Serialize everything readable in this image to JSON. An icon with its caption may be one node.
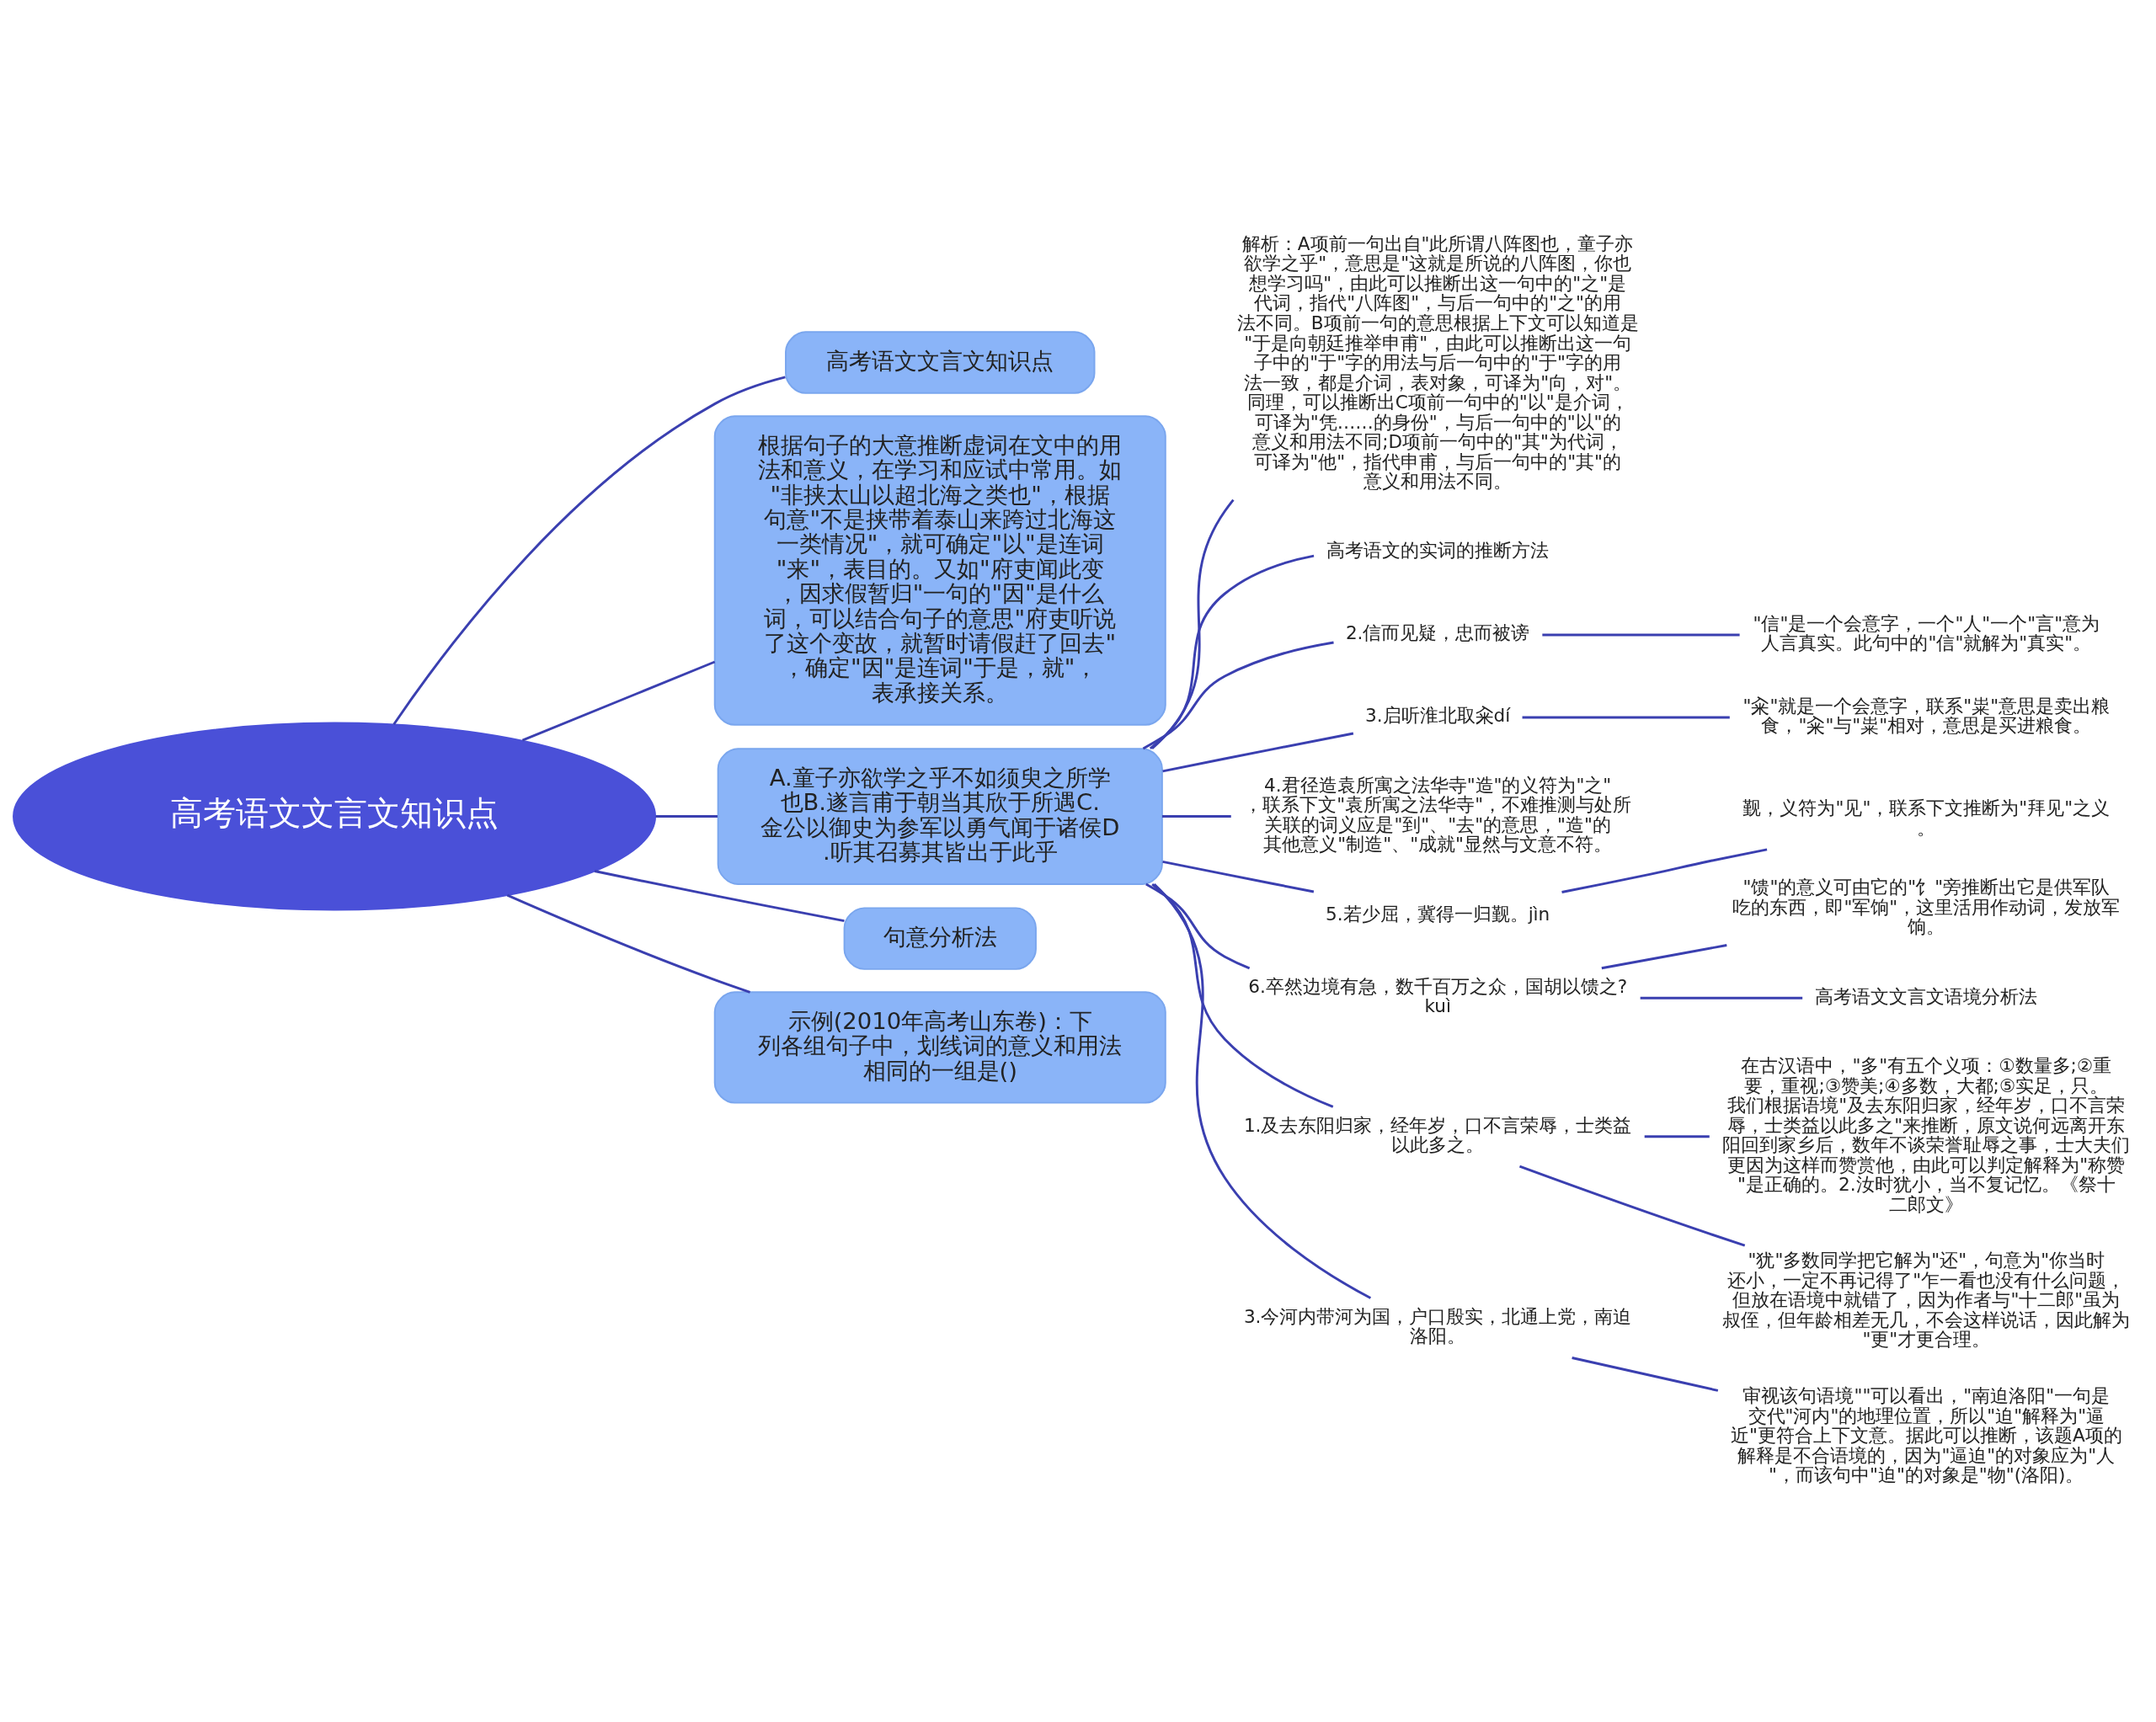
{
  "diagram": {
    "nodes": [
      {
        "text": [
          "高考语文文言文知识点"
        ]
      },
      {
        "text": [
          "高考语文文言文知识点"
        ]
      },
      {
        "text": [
          "根据句子的大意推断虚词在文中的用法和意义，在学习和应试中常用。如\"非挟太山以超北海之类也\"，根据句意\"不是挟带着泰山来跨过北海这一类情况\"，就可确定\"以\"是连词\"来\"，表目的。又如\"府吏闻此变，因求假暂归\"一句的\"因\"是什么词，可以结合句子的意思\"府吏听说了这个变故，就暂时请假赶了回去\"，确定\"因\"是连词\"于是，就\"，表承接关系。"
        ]
      },
      {
        "text": [
          "A.童子亦欲学之乎不如须臾之所学也B.遂言甫于朝当其欣于所遇C.金公以御史为参军以勇气闻于诸侯D.听其召募其皆出于此乎"
        ]
      },
      {
        "text": [
          "句意分析法"
        ]
      },
      {
        "text": [
          "示例(2010年高考山东卷)：下列各组句子中，划线词的意义和用法相同的一组是()"
        ]
      },
      {
        "text": [
          "解析：A项前一句出自\"此所谓八阵图也，童子亦欲学之乎\"，意思是\"这就是所说的八阵图，你也想学习吗\"，由此可以推断出这一句中的\"之\"是代词，指代\"八阵图\"，与后一句中的\"之\"的用法不同。B项前一句的意思根据上下文可以知道是\"于是向朝廷推举申甫\"，由此可以推断出这一句子中的\"于\"字的用法与后一句中的\"于\"字的用法一致，都是介词，表对象，可译为\"向，对\"。同理，可以推断出C项前一句中的\"以\"是介词，可译为\"凭……的身份\"，与后一句中的\"以\"的意义和用法不同;D项前一句中的\"其\"为代词，可译为\"他\"，指代申甫，与后一句中的\"其\"的意义和用法不同。"
        ]
      },
      {
        "text": [
          "高考语文的实词的推断方法"
        ]
      },
      {
        "text": [
          "2.信而见疑，忠而被谤"
        ]
      },
      {
        "text": [
          "\"信\"是一个会意字，一个\"人\"一个\"言\"意为人言真实。此句中的\"信\"就解为\"真实\"。"
        ]
      },
      {
        "text": [
          "3.启听淮北取籴dí"
        ]
      },
      {
        "text": [
          "\"籴\"就是一个会意字，联系\"粜\"意思是卖出粮食，\"籴\"与\"粜\"相对，意思是买进粮食。"
        ]
      },
      {
        "text": [
          "4.君径造袁所寓之法华寺\"造\"的义符为\"之\"，联系下文\"袁所寓之法华寺\"，不难推测与处所关联的词义应是\"到\"、\"去\"的意思，\"造\"的其他意义\"制造\"、\"成就\"显然与文意不符。"
        ]
      },
      {
        "text": [
          "5.若少屈，冀得一归觐。jìn"
        ]
      },
      {
        "text": [
          "觐，义符为\"见\"，联系下文推断为\"拜见\"之义。"
        ]
      },
      {
        "text": [
          "6.卒然边境有急，数千百万之众，国胡以馈之?kuì"
        ]
      },
      {
        "text": [
          "\"馈\"的意义可由它的\"饣\"旁推断出它是供军队吃的东西，即\"军饷\"，这里活用作动词，发放军饷。"
        ]
      },
      {
        "text": [
          "高考语文文言文语境分析法"
        ]
      },
      {
        "text": [
          "1.及去东阳归家，经年岁，口不言荣辱，士类益以此多之。"
        ]
      },
      {
        "text": [
          "在古汉语中，\"多\"有五个义项：①数量多;②重要，重视;③赞美;④多数，大都;⑤实足，只。我们根据语境\"及去东阳归家，经年岁，口不言荣辱，士类益以此多之\"来推断，原文说何远离开东阳回到家乡后，数年不谈荣誉耻辱之事，士大夫们更因为这样而赞赏他，由此可以判定解释为\"称赞\"是正确的。2.汝时犹小，当不复记忆。《祭十二郎文》"
        ]
      },
      {
        "text": [
          "\"犹\"多数同学把它解为\"还\"，句意为\"你当时还小，一定不再记得了\"乍一看也没有什么问题，但放在语境中就错了，因为作者与\"十二郎\"虽为叔侄，但年龄相差无几，不会这样说话，因此解为\"更\"才更合理。"
        ]
      },
      {
        "text": [
          "3.今河内带河为国，户口殷实，北通上党，南迫洛阳。"
        ]
      },
      {
        "text": [
          "审视该句语境\"\"可以看出，\"南迫洛阳\"一句是交代\"河内\"的地理位置，所以\"迫\"解释为\"逼近\"更符合上下文意。据此可以推断，该题A项的解释是不合语境的，因为\"逼迫\"的对象应为\"人\"，而该句中\"迫\"的对象是\"物\"(洛阳)。"
        ]
      }
    ],
    "edges": [
      {
        "from": 0,
        "to": 1,
        "arrow": "none"
      },
      {
        "from": 0,
        "to": 2,
        "arrow": "none"
      },
      {
        "from": 0,
        "to": 3,
        "arrow": "none"
      },
      {
        "from": 0,
        "to": 4,
        "arrow": "none"
      },
      {
        "from": 0,
        "to": 5,
        "arrow": "none"
      },
      {
        "from": 3,
        "to": 6,
        "arrow": "none"
      },
      {
        "from": 3,
        "to": 7,
        "arrow": "none"
      },
      {
        "from": 3,
        "to": 8,
        "arrow": "none"
      },
      {
        "from": 8,
        "to": 9,
        "arrow": "none"
      },
      {
        "from": 3,
        "to": 10,
        "arrow": "none"
      },
      {
        "from": 10,
        "to": 11,
        "arrow": "none"
      },
      {
        "from": 3,
        "to": 12,
        "arrow": "none"
      },
      {
        "from": 3,
        "to": 13,
        "arrow": "none"
      },
      {
        "from": 13,
        "to": 14,
        "arrow": "none"
      },
      {
        "from": 3,
        "to": 15,
        "arrow": "none"
      },
      {
        "from": 15,
        "to": 16,
        "arrow": "none"
      },
      {
        "from": 15,
        "to": 17,
        "arrow": "none"
      },
      {
        "from": 3,
        "to": 18,
        "arrow": "none"
      },
      {
        "from": 18,
        "to": 19,
        "arrow": "none"
      },
      {
        "from": 18,
        "to": 20,
        "arrow": "none"
      },
      {
        "from": 3,
        "to": 21,
        "arrow": "none"
      },
      {
        "from": 21,
        "to": 22,
        "arrow": "none"
      }
    ]
  }
}
